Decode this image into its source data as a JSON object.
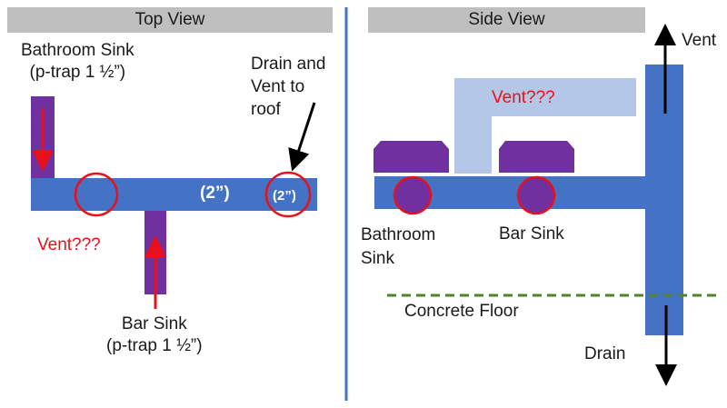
{
  "top_view": {
    "title": "Top View",
    "bathroom_sink_label": [
      "Bathroom Sink",
      "(p-trap 1 ½”)"
    ],
    "drain_vent_label": [
      "Drain and",
      "Vent to",
      "roof"
    ],
    "pipe_size_main": "(2”)",
    "pipe_size_end": "(2”)",
    "vent_question": "Vent???",
    "bar_sink_label": [
      "Bar Sink",
      "(p-trap 1 ½”)"
    ]
  },
  "side_view": {
    "title": "Side View",
    "vent_arrow_label": "Vent",
    "vent_question": "Vent???",
    "bathroom_sink_label": [
      "Bathroom",
      "Sink"
    ],
    "bar_sink_label": "Bar Sink",
    "floor_label": "Concrete Floor",
    "drain_arrow_label": "Drain"
  },
  "colors": {
    "pipe_blue": "#4472c4",
    "vent_light_blue": "#b4c7e7",
    "sink_purple": "#7030a0",
    "highlight_red": "#e8101a",
    "floor_green": "#548235",
    "title_gray": "#bfbfbf"
  }
}
